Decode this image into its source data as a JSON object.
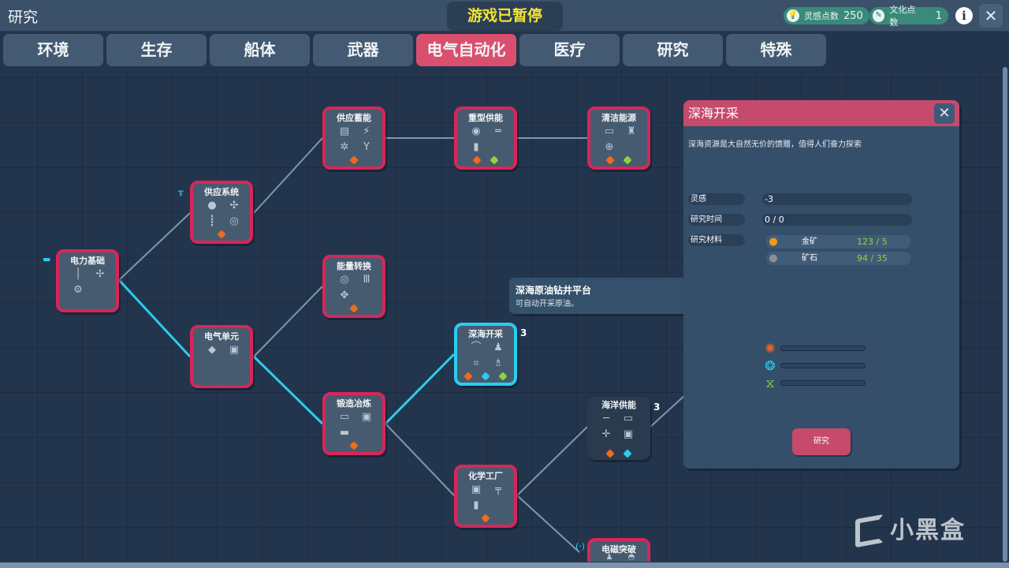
{
  "header": {
    "title": "研究",
    "paused": "游戏已暂停",
    "inspiration": {
      "label": "灵感点数",
      "value": "250",
      "icon": "bulb-icon"
    },
    "culture": {
      "label": "文化点数",
      "value": "1",
      "icon": "scroll-icon"
    },
    "info": "i",
    "close": "✕"
  },
  "tabs": [
    {
      "label": "环境"
    },
    {
      "label": "生存"
    },
    {
      "label": "船体"
    },
    {
      "label": "武器"
    },
    {
      "label": "电气自动化",
      "active": true
    },
    {
      "label": "医疗"
    },
    {
      "label": "研究"
    },
    {
      "label": "特殊"
    }
  ],
  "colors": {
    "accent": "#d6275a",
    "selected": "#29cdf0",
    "orange": "#f26a1b",
    "cyan": "#29cdf0",
    "green": "#8bd63c"
  },
  "nodes": [
    {
      "id": "power",
      "title": "电力基础",
      "icons": [
        "│",
        "✢",
        "⚙"
      ],
      "dots": []
    },
    {
      "id": "supply",
      "title": "供应系统",
      "icons": [
        "●",
        "✣",
        "┋",
        "◎"
      ],
      "dots": [
        "orange"
      ]
    },
    {
      "id": "storage",
      "title": "供应蓄能",
      "icons": [
        "▤",
        "⚡",
        "✲",
        "Y"
      ],
      "dots": [
        "orange"
      ]
    },
    {
      "id": "heavy",
      "title": "重型供能",
      "icons": [
        "◉",
        "═",
        "▮"
      ],
      "dots": [
        "orange",
        "green"
      ]
    },
    {
      "id": "clean",
      "title": "清洁能源",
      "icons": [
        "▭",
        "♜",
        "⊕"
      ],
      "dots": [
        "orange",
        "green"
      ]
    },
    {
      "id": "convert",
      "title": "能量转换",
      "icons": [
        "◎",
        "Ⅲ",
        "✥"
      ],
      "dots": [
        "orange"
      ]
    },
    {
      "id": "electric",
      "title": "电气单元",
      "icons": [
        "◆",
        "▣"
      ],
      "dots": []
    },
    {
      "id": "forge",
      "title": "锻造冶炼",
      "icons": [
        "▭",
        "▣",
        "▬"
      ],
      "dots": [
        "orange"
      ]
    },
    {
      "id": "deepsea",
      "title": "深海开采",
      "icons": [
        "⌒",
        "♟",
        "⌗",
        "♗"
      ],
      "dots": [
        "orange",
        "cyan",
        "green"
      ],
      "badge": "3"
    },
    {
      "id": "chem",
      "title": "化学工厂",
      "icons": [
        "▣",
        "╤",
        "▮"
      ],
      "dots": [
        "orange"
      ]
    },
    {
      "id": "ocean",
      "title": "海洋供能",
      "icons": [
        "─",
        "▭",
        "✛",
        "▣"
      ],
      "dots": [
        "orange",
        "cyan"
      ],
      "badge": "3"
    },
    {
      "id": "emag",
      "title": "电磁突破",
      "icons": [
        "♟",
        "◓"
      ],
      "dots": []
    }
  ],
  "tooltip": {
    "title": "深海原油钻井平台",
    "desc": "可自动开采原油。"
  },
  "panel": {
    "title": "深海开采",
    "close": "✕",
    "desc": "深海资源是大自然无价的馈赠，值得人们奋力探索",
    "rows": [
      {
        "label": "灵感",
        "value": "-3"
      },
      {
        "label": "研究时间",
        "value": "0 / 0"
      },
      {
        "label": "研究材料"
      }
    ],
    "materials": [
      {
        "name": "金矿",
        "qty": "123 / 5",
        "icon": "gold-ore-icon"
      },
      {
        "name": "矿石",
        "qty": "94 / 35",
        "icon": "stone-ore-icon"
      }
    ],
    "progress": [
      {
        "icon": "gear-flower-icon",
        "value": 0
      },
      {
        "icon": "wheel-icon",
        "value": 0
      },
      {
        "icon": "dna-icon",
        "value": 0
      }
    ],
    "button": "研究"
  },
  "watermark": "小黑盒"
}
